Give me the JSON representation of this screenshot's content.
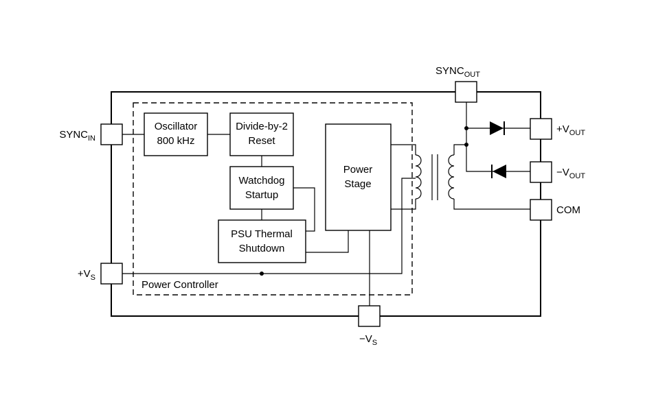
{
  "blocks": {
    "oscillator": [
      "Oscillator",
      "800 kHz"
    ],
    "divider": [
      "Divide-by-2",
      "Reset"
    ],
    "watchdog": [
      "Watchdog",
      "Startup"
    ],
    "thermal": [
      "PSU Thermal",
      "Shutdown"
    ],
    "power_stage": [
      "Power",
      "Stage"
    ]
  },
  "group_label": "Power Controller",
  "pins": {
    "sync_in": {
      "base": "SYNC",
      "sub": "IN"
    },
    "sync_out": {
      "base": "SYNC",
      "sub": "OUT"
    },
    "vout_pos": {
      "base": "+V",
      "sub": "OUT"
    },
    "vout_neg": {
      "base": "−V",
      "sub": "OUT"
    },
    "com": {
      "base": "COM",
      "sub": ""
    },
    "vs_pos": {
      "base": "+V",
      "sub": "S"
    },
    "vs_neg": {
      "base": "−V",
      "sub": "S"
    }
  }
}
